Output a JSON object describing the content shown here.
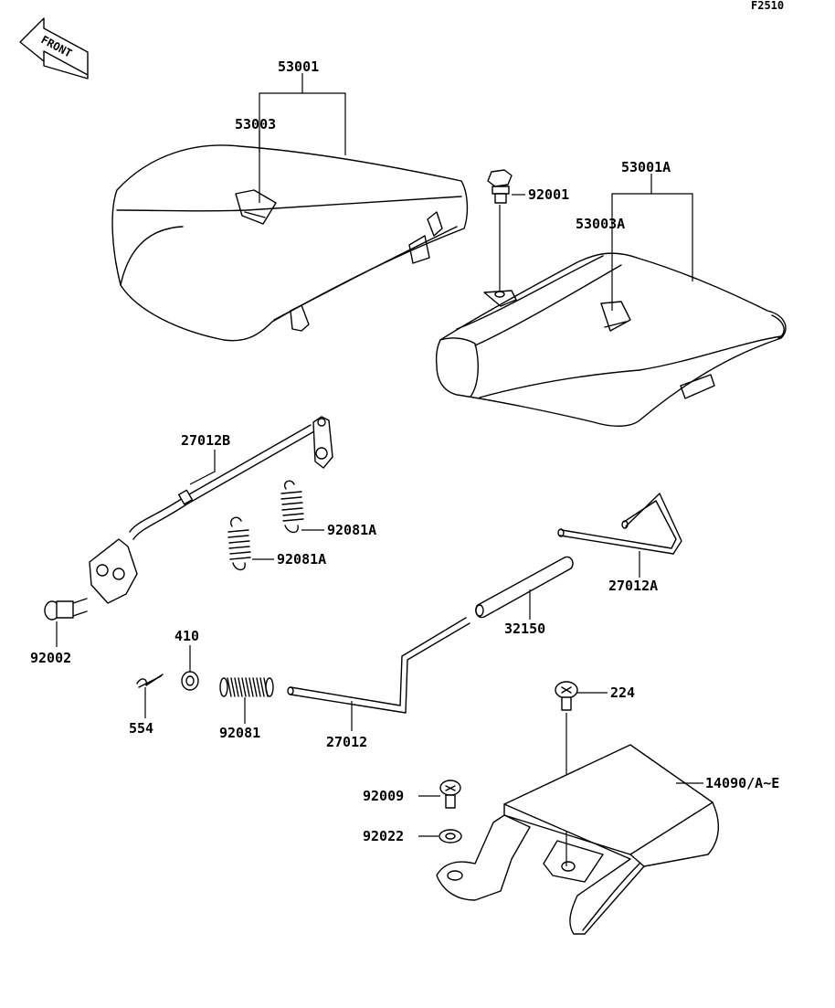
{
  "figure_code": "F2510",
  "front_arrow": {
    "label": "FRONT"
  },
  "parts": {
    "p53001": "53001",
    "p53003": "53003",
    "p53001a": "53001A",
    "p53003a": "53003A",
    "p92001": "92001",
    "p27012b": "27012B",
    "p92081a_1": "92081A",
    "p92081a_2": "92081A",
    "p92002": "92002",
    "p27012a": "27012A",
    "p32150": "32150",
    "p410": "410",
    "p554": "554",
    "p92081": "92081",
    "p27012": "27012",
    "p224": "224",
    "p14090": "14090/A~E",
    "p92009": "92009",
    "p92022": "92022"
  }
}
